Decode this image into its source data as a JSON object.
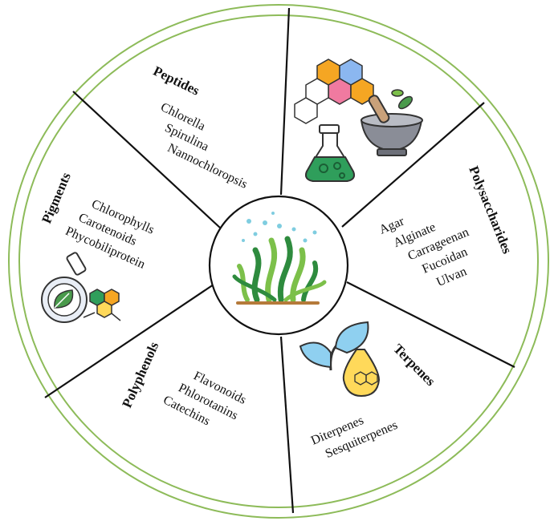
{
  "center": {
    "icon": "seaweed-icon"
  },
  "colors": {
    "ring": "#8dbb59",
    "divider": "#111111",
    "seaweed_dark": "#2e8b3e",
    "seaweed_light": "#7cc04a",
    "bubbles": "#7fcde0"
  },
  "segments": {
    "peptides": {
      "title": "Peptides",
      "items": [
        "Chlorella",
        "Spirulina",
        "Nannochloropsis"
      ]
    },
    "chemistry": {
      "icons": [
        "molecule-icon",
        "mortar-pestle-icon",
        "flask-icon"
      ]
    },
    "polysaccharides": {
      "title": "Polysaccharides",
      "items": [
        "Agar",
        "Alginate",
        "Carrageenan",
        "Fucoidan",
        "Ulvan"
      ]
    },
    "terpenes": {
      "title": "Terpenes",
      "items": [
        "Diterpenes",
        "Sesquiterpenes"
      ],
      "icon": "leaf-oil-drop-icon"
    },
    "polyphenols": {
      "title": "Polyphenols",
      "items": [
        "Flavonoids",
        "Phlorotanins",
        "Catechins"
      ]
    },
    "pigments": {
      "title": "Pigments",
      "items": [
        "Chlorophylls",
        "Carotenoids",
        "Phycobiliprotein"
      ],
      "icon": "leaf-flask-icon"
    }
  }
}
